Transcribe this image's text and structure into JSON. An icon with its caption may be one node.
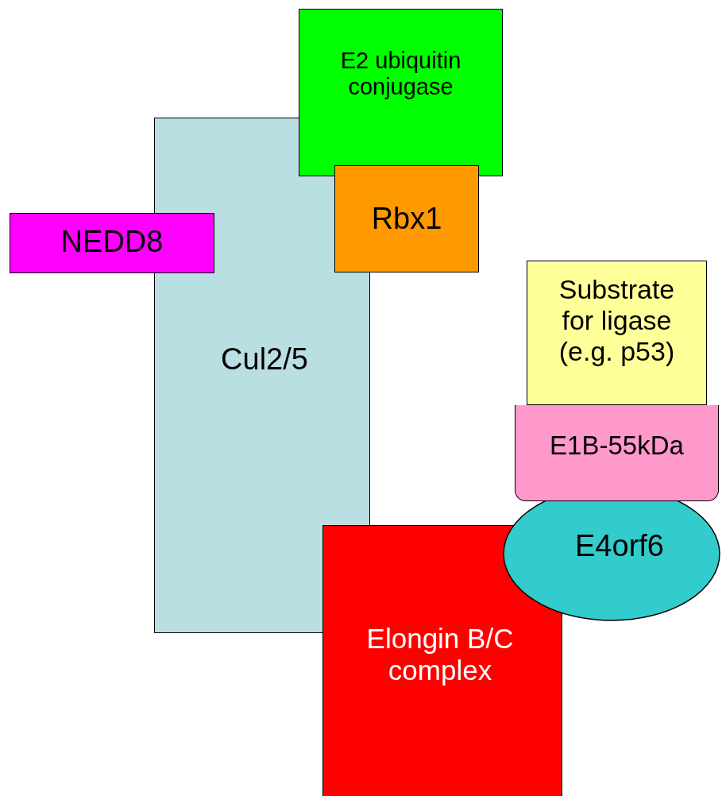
{
  "diagram": {
    "nodes": [
      {
        "text": [
          "E2 ubiquitin conjugase"
        ]
      },
      {
        "text": [
          "Cul2/5"
        ]
      },
      {
        "text": [
          "NEDD8"
        ]
      },
      {
        "text": [
          "Rbx1"
        ]
      },
      {
        "text": [
          "Elongin B/C complex"
        ]
      },
      {
        "text": [
          "E4orf6"
        ]
      },
      {
        "text": [
          "E1B-55kDa"
        ]
      },
      {
        "text": [
          "Substrate for ligase (e.g. p53)"
        ]
      }
    ]
  }
}
